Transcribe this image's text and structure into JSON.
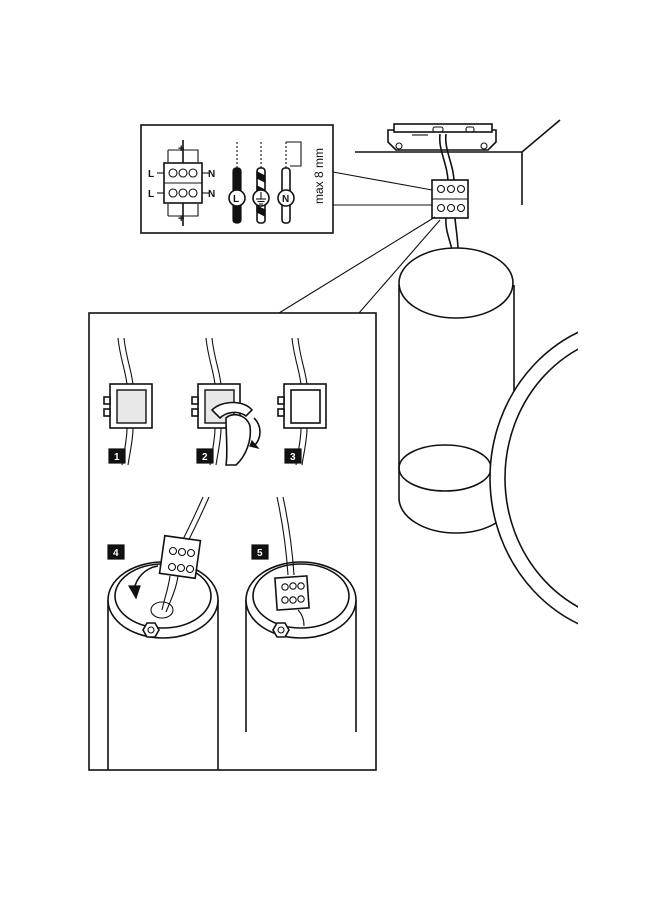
{
  "wiring_inset": {
    "terminal_left_top": "L",
    "terminal_left_bottom": "L",
    "terminal_right_top": "N",
    "terminal_right_bottom": "N",
    "wire_live_symbol": "L",
    "wire_neutral_symbol": "N",
    "strip_length": "max 8 mm"
  },
  "steps": [
    {
      "number": "1"
    },
    {
      "number": "2"
    },
    {
      "number": "3"
    },
    {
      "number": "4"
    },
    {
      "number": "5"
    }
  ]
}
